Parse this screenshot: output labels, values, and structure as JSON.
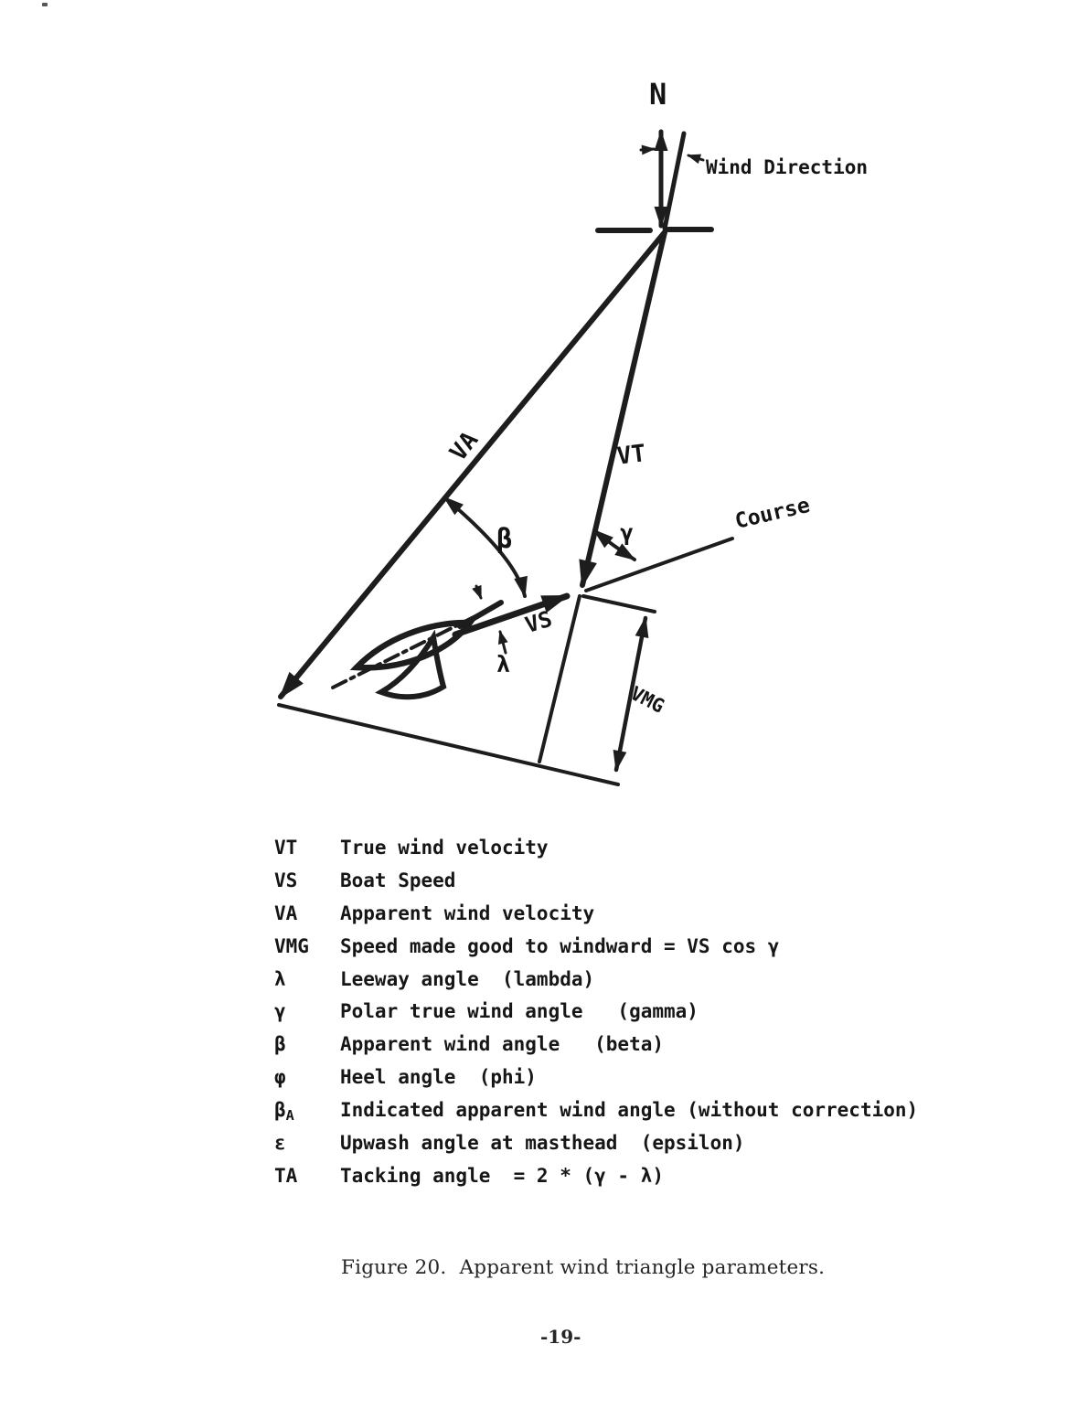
{
  "page": {
    "caption": "Figure 20.  Apparent wind triangle parameters.",
    "page_number": "-19-"
  },
  "diagram": {
    "labels": {
      "north": "N",
      "wind_direction": "Wind Direction",
      "va": "VA",
      "vt": "VT",
      "beta": "β",
      "gamma": "γ",
      "course": "Course",
      "vs": "VS",
      "lambda": "λ",
      "vmg": "VMG"
    }
  },
  "legend": {
    "rows": [
      {
        "symbol": "VT",
        "symbol_sub": "",
        "text": "True wind velocity"
      },
      {
        "symbol": "VS",
        "symbol_sub": "",
        "text": "Boat Speed"
      },
      {
        "symbol": "VA",
        "symbol_sub": "",
        "text": "Apparent wind velocity"
      },
      {
        "symbol": "VMG",
        "symbol_sub": "",
        "text": "Speed made good to windward = VS cos γ"
      },
      {
        "symbol": "λ",
        "symbol_sub": "",
        "text": "Leeway angle  (lambda)"
      },
      {
        "symbol": "γ",
        "symbol_sub": "",
        "text": "Polar true wind angle   (gamma)"
      },
      {
        "symbol": "β",
        "symbol_sub": "",
        "text": "Apparent wind angle   (beta)"
      },
      {
        "symbol": "φ",
        "symbol_sub": "",
        "text": "Heel angle  (phi)"
      },
      {
        "symbol": "β",
        "symbol_sub": "A",
        "text": "Indicated apparent wind angle (without correction)"
      },
      {
        "symbol": "ε",
        "symbol_sub": "",
        "text": "Upwash angle at masthead  (epsilon)"
      },
      {
        "symbol": "TA",
        "symbol_sub": "",
        "text": "Tacking angle  = 2 * (γ - λ)"
      }
    ]
  }
}
